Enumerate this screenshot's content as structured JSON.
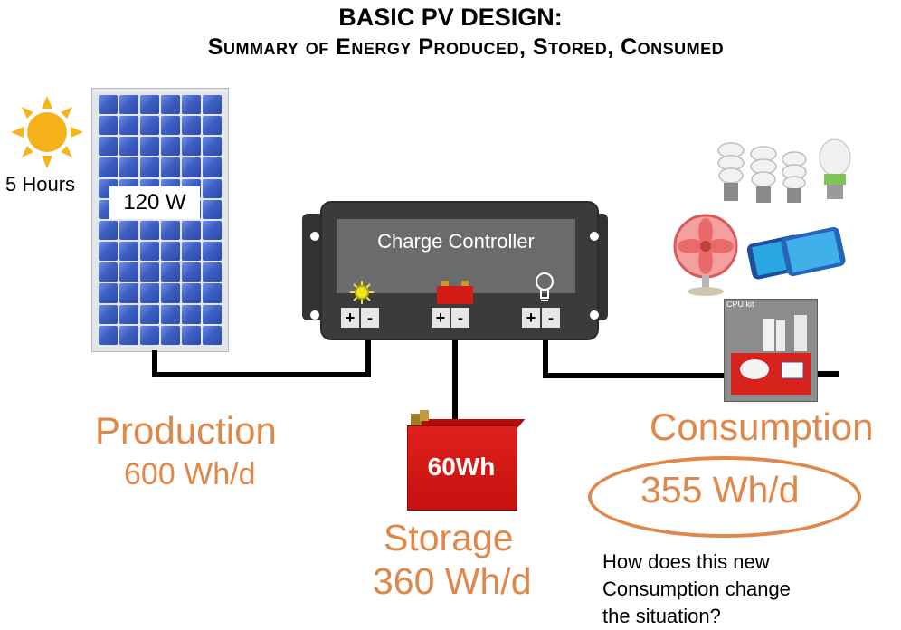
{
  "title": {
    "line1": "BASIC PV DESIGN:",
    "line2": "Summary of Energy Produced, Stored, Consumed"
  },
  "sun": {
    "hours_label": "5 Hours"
  },
  "panel": {
    "wattage": "120 W"
  },
  "controller": {
    "label": "Charge Controller",
    "terminals": [
      {
        "icon": "sun-icon",
        "plus": "+",
        "minus": "-"
      },
      {
        "icon": "battery-icon",
        "plus": "+",
        "minus": "-"
      },
      {
        "icon": "lightbulb-icon",
        "plus": "+",
        "minus": "-"
      }
    ]
  },
  "battery": {
    "label": "60Wh"
  },
  "production": {
    "title": "Production",
    "value": "600 Wh/d"
  },
  "storage": {
    "title": "Storage",
    "value": "360 Wh/d"
  },
  "consumption": {
    "title": "Consumption",
    "value": "355 Wh/d"
  },
  "kit": {
    "label": "CPU kit"
  },
  "question": {
    "line1": "How does this new",
    "line2": "Consumption change",
    "line3": "the situation?"
  },
  "colors": {
    "accent_orange": "#e0874a",
    "battery_red": "#d4161a",
    "controller_dark": "#3b3b3b",
    "panel_blue": "#3d5fc4"
  }
}
